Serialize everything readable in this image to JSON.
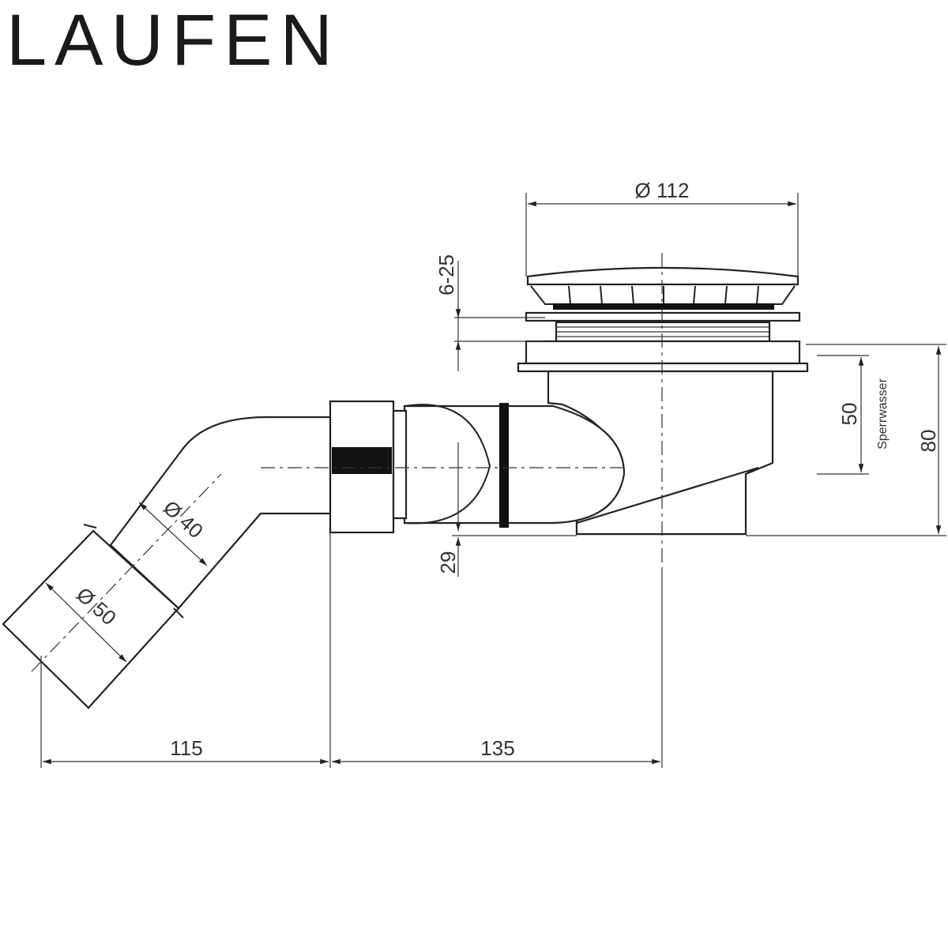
{
  "brand": {
    "name": "LAUFEN"
  },
  "dimensions": {
    "cover_diameter": "Ø 112",
    "height_range": "6-25",
    "water_seal": "50",
    "water_seal_label": "Sperrwasser",
    "total_height": "80",
    "outlet_height": "29",
    "pipe_40": "Ø 40",
    "pipe_50": "Ø 50",
    "length_left": "115",
    "length_right": "135"
  }
}
